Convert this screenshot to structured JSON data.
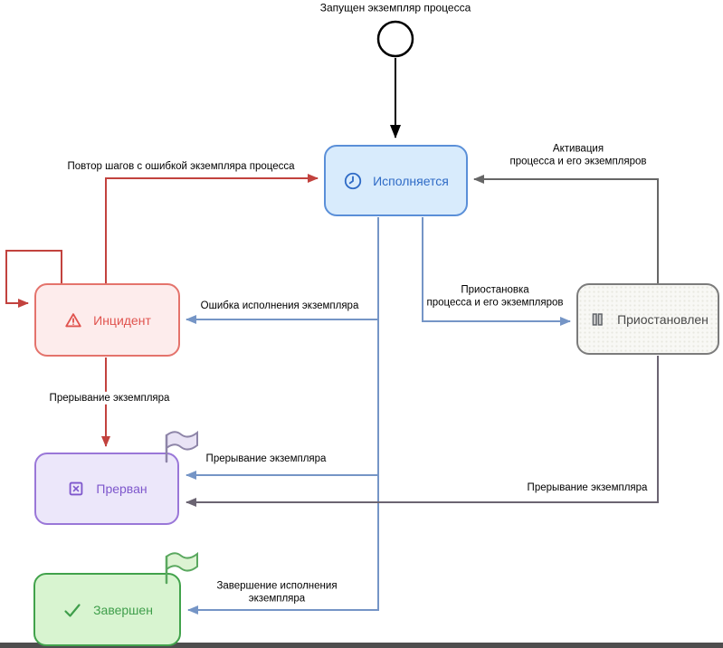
{
  "palette": {
    "edge-blue": "#7595c6",
    "edge-red": "#c2423e",
    "edge-gray": "#666666",
    "edge-graypurple": "#6b6472",
    "edge-black": "#000000",
    "label-bg": "#ffffff",
    "label-text": "#000000",
    "executing-fill": "#d8ebfc",
    "executing-border": "#5a8fd8",
    "executing-text": "#2f6bc6",
    "incident-fill": "#fdecec",
    "incident-border": "#e4736c",
    "incident-text": "#e0534e",
    "suspended-fill": "#f8f8f5",
    "suspended-border": "#7b7b7b",
    "suspended-text": "#4a4a4a",
    "interrupted-fill": "#ece7fa",
    "interrupted-border": "#9a77d8",
    "interrupted-text": "#7e57cc",
    "completed-fill": "#d8f4d0",
    "completed-border": "#41a24b",
    "completed-text": "#3f9e4b"
  },
  "start": {
    "label": "Запущен экземпляр процесса"
  },
  "nodes": {
    "executing": {
      "label": "Исполняется",
      "icon": "clock-icon"
    },
    "incident": {
      "label": "Инцидент",
      "icon": "warning-icon"
    },
    "suspended": {
      "label": "Приостановлен",
      "icon": "pause-icon"
    },
    "interrupted": {
      "label": "Прерван",
      "icon": "cancelled-icon"
    },
    "completed": {
      "label": "Завершен",
      "icon": "check-icon"
    }
  },
  "edges": {
    "retry": {
      "label": "Повтор шагов с ошибкой экземпляра процесса",
      "color": "red"
    },
    "activation": {
      "label": "Активация\nпроцесса и его экземпляров",
      "color": "gray"
    },
    "execution_error": {
      "label": "Ошибка исполнения экземпляра",
      "color": "blue"
    },
    "suspension": {
      "label": "Приостановка\nпроцесса и его экземпляров",
      "color": "blue"
    },
    "interrupt_from_incident": {
      "label": "Прерывание экземпляра",
      "color": "red"
    },
    "interrupt_from_executing": {
      "label": "Прерывание экземпляра",
      "color": "blue"
    },
    "interrupt_from_suspended": {
      "label": "Прерывание экземпляра",
      "color": "graypurple"
    },
    "completion": {
      "label": "Завершение исполнения\nэкземпляра",
      "color": "blue"
    }
  }
}
